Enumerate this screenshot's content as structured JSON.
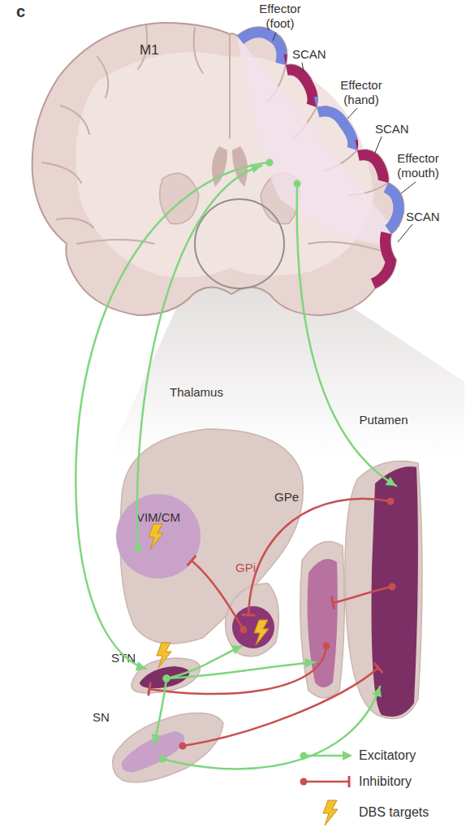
{
  "diagram": {
    "nodes": [
      {
        "text": [
          "M1"
        ]
      },
      {
        "text": [
          "Thalamus"
        ]
      },
      {
        "text": [
          "VIM/CM"
        ],
        "in": 1
      },
      {
        "text": [
          "Putamen"
        ]
      },
      {
        "text": [
          "GPe"
        ]
      },
      {
        "text": [
          "GPi"
        ]
      },
      {
        "text": [
          "STN"
        ]
      },
      {
        "text": [
          "SN"
        ]
      }
    ],
    "edges": [
      {
        "from": 2,
        "to": 0,
        "arrow": "to"
      },
      {
        "from": 0,
        "to": 6,
        "arrow": "to"
      },
      {
        "from": 0,
        "to": 3,
        "arrow": "to"
      },
      {
        "from": 5,
        "to": 2,
        "arrow": "to"
      },
      {
        "from": 3,
        "to": 5,
        "arrow": "to"
      },
      {
        "from": 3,
        "to": 4,
        "arrow": "to"
      },
      {
        "from": 4,
        "to": 6,
        "arrow": "to"
      },
      {
        "from": 6,
        "to": 5,
        "arrow": "to"
      },
      {
        "from": 6,
        "to": 4,
        "arrow": "to"
      },
      {
        "from": 6,
        "to": 7,
        "arrow": "to"
      },
      {
        "from": 7,
        "to": 3,
        "arrow": "to"
      },
      {
        "from": 7,
        "to": 3,
        "arrow": "to"
      }
    ],
    "labels": [
      "c",
      "Effector (foot)",
      "SCAN",
      "Effector (hand)",
      "SCAN",
      "Effector (mouth)",
      "SCAN"
    ],
    "legend": [
      {
        "text": "Excitatory"
      },
      {
        "text": "Inhibitory"
      },
      {
        "text": "DBS targets"
      }
    ]
  }
}
